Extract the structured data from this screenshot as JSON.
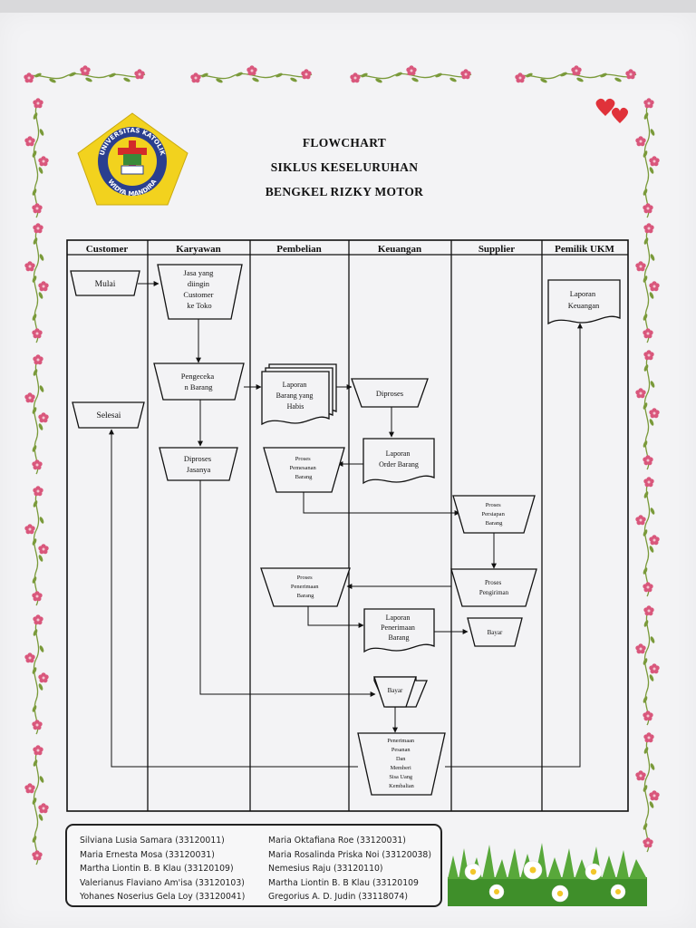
{
  "header": {
    "title_line1": "FLOWCHART",
    "title_line2": "SIKLUS KESELURUHAN",
    "title_line3": "BENGKEL RIZKY MOTOR"
  },
  "logo": {
    "text_top": "UNIVERSITAS KATOLIK",
    "text_bottom": "WIDYA MANDIRA"
  },
  "lanes": [
    "Customer",
    "Karyawan",
    "Pembelian",
    "Keuangan",
    "Supplier",
    "Pemilik UKM"
  ],
  "nodes": {
    "mulai": [
      "Mulai"
    ],
    "jasa": [
      "Jasa yang",
      "diingin",
      "Customer",
      "ke Toko"
    ],
    "pengecekan": [
      "Pengeceka",
      "n Barang"
    ],
    "laporan_habis": [
      "Laporan",
      "Barang yang",
      "Habis"
    ],
    "diproses": [
      "Diproses"
    ],
    "selesai": [
      "Selesai"
    ],
    "diproses_jasa": [
      "Diproses",
      "Jasanya"
    ],
    "proses_pemesanan": [
      "Proses",
      "Pemesanan",
      "Barang"
    ],
    "laporan_order": [
      "Laporan",
      "Order Barang"
    ],
    "proses_persiapan": [
      "Proses",
      "Persiapan",
      "Barang"
    ],
    "proses_penerimaan": [
      "Proses",
      "Penerimaan",
      "Barang"
    ],
    "proses_pengiriman": [
      "Proses",
      "Pengiriman"
    ],
    "laporan_penerimaan": [
      "Laporan",
      "Penerimaan",
      "Barang"
    ],
    "bayar_supplier": [
      "Bayar"
    ],
    "bayar": [
      "Bayar"
    ],
    "penerimaan_pesanan": [
      "Penerimaan",
      "Pesanan",
      "Dan",
      "Memberi",
      "Sisa Uang",
      "Kembalian"
    ],
    "laporan_keuangan": [
      "Laporan",
      "Keuangan"
    ]
  },
  "team": {
    "left": [
      "Silviana Lusia Samara (33120011)",
      "Maria Ernesta Mosa (33120031)",
      "Martha Liontin B. B Klau (33120109)",
      "Valerianus Flaviano Am'isa (33120103)",
      "Yohanes Noserius Gela Loy (33120041)"
    ],
    "right": [
      "Maria Oktafiana Roe (33120031)",
      "Maria Rosalinda Priska Noi (33120038)",
      "Nemesius Raju (33120110)",
      "Martha Liontin B. B Klau (33120109",
      "Gregorius A. D. Judin (33118074)"
    ]
  },
  "colors": {
    "flower": "#d9577c",
    "leaf": "#7a9a3a",
    "logo_yellow": "#f2d21e",
    "logo_blue": "#2a3f8f",
    "logo_red": "#d22a2a",
    "heart": "#e0323a"
  }
}
